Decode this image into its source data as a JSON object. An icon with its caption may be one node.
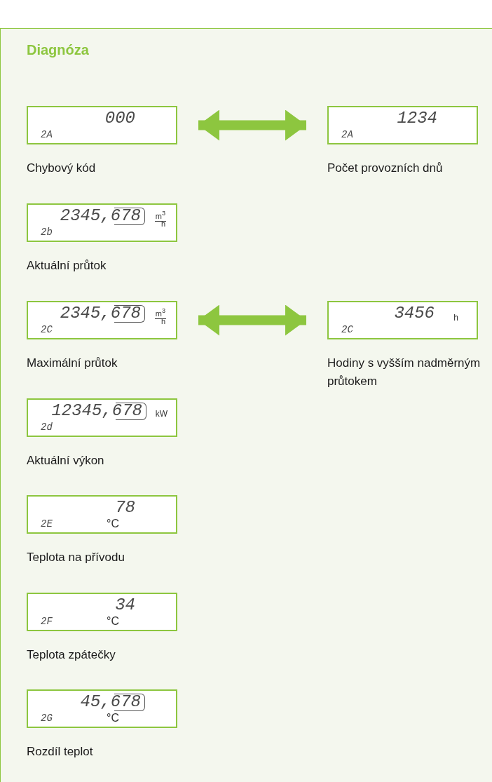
{
  "diagram": {
    "title": "Diagnóza",
    "nodes": [
      {
        "text": [
          "000",
          "2A"
        ],
        "beside": [
          "Chybový kód"
        ]
      },
      {
        "text": [
          "1234",
          "2A"
        ],
        "beside": [
          "Počet provozních dnů"
        ]
      },
      {
        "text": [
          "2345,678",
          "m$^{3}$",
          "h",
          "2b"
        ],
        "beside": [
          "Aktuální průtok"
        ]
      },
      {
        "text": [
          "2345,678",
          "m$^{3}$",
          "h",
          "2C"
        ],
        "beside": [
          "Maximální průtok"
        ]
      },
      {
        "text": [
          "3456",
          "h",
          "2C"
        ],
        "beside": [
          "Hodiny s vyšším nadměrným průtokem"
        ]
      },
      {
        "text": [
          "12345,678",
          "kW",
          "2d"
        ],
        "beside": [
          "Aktuální výkon"
        ]
      },
      {
        "text": [
          "78",
          "2E",
          "°C"
        ],
        "beside": [
          "Teplota na přívodu"
        ]
      },
      {
        "text": [
          "34",
          "2F",
          "°C"
        ],
        "beside": [
          "Teplota zpátečky"
        ]
      },
      {
        "text": [
          "45,678",
          "2G",
          "°C"
        ],
        "beside": [
          "Rozdíl teplot"
        ]
      }
    ],
    "edges": [
      {
        "from": 0,
        "to": 1,
        "arrow": "both"
      },
      {
        "from": 3,
        "to": 4,
        "arrow": "both"
      }
    ]
  }
}
